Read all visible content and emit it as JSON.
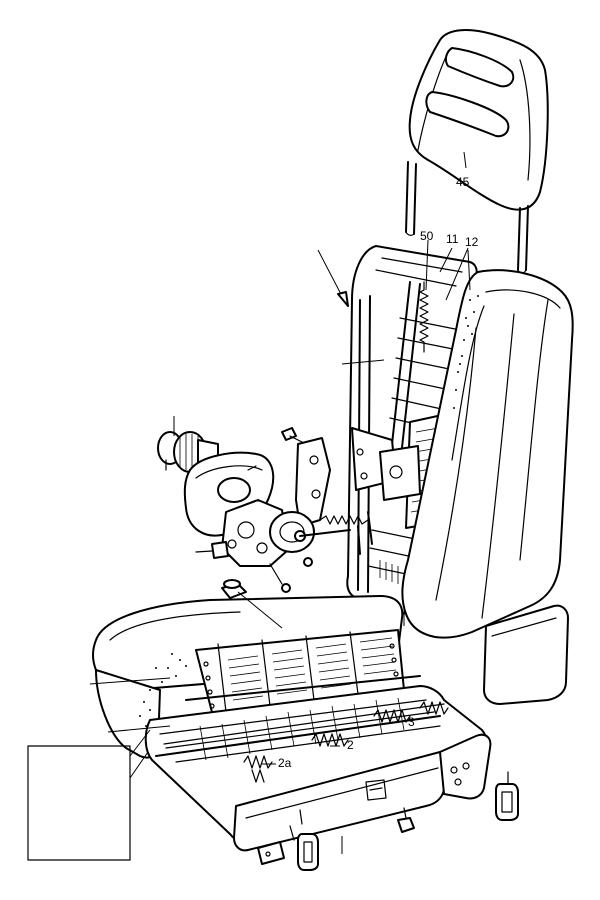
{
  "callouts": {
    "headrest": "45",
    "spring_50": "50",
    "part_11": "11",
    "part_12": "12",
    "spring_3": "3",
    "spring_2": "2",
    "spring_2a": "2a"
  },
  "colors": {
    "ink": "#000000",
    "paper": "#ffffff"
  }
}
